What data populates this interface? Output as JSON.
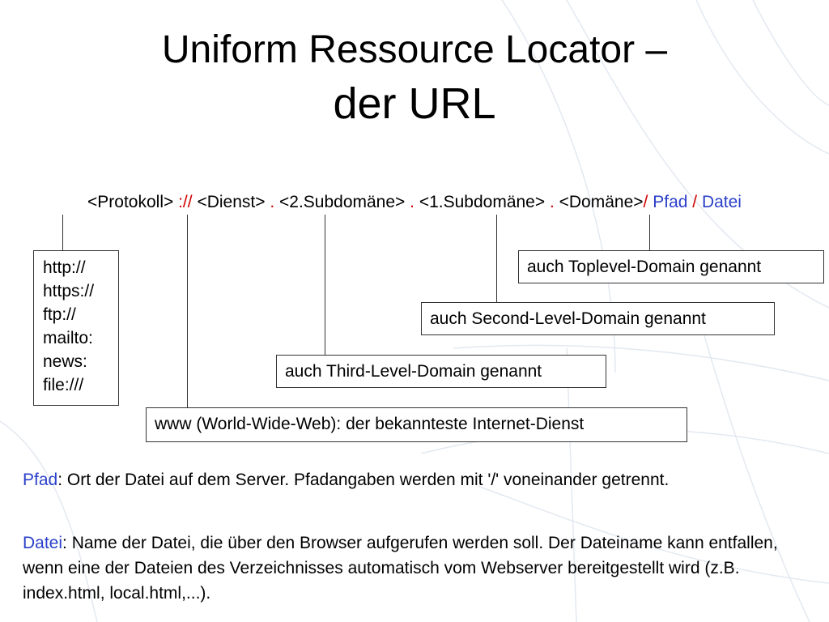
{
  "title": {
    "line1": "Uniform Ressource Locator –",
    "line2": "der URL"
  },
  "url_format": {
    "protocol": "<Protokoll>",
    "sep_scheme": " ://",
    "service": " <Dienst>",
    "dot1": " .",
    "subdomain2": " <2.Subdomäne>",
    "dot2": " .",
    "subdomain1": " <1.Subdomäne>",
    "dot3": " .",
    "domain": " <Domäne>",
    "slash1": "/",
    "path": " Pfad",
    "slash2": " /",
    "file": " Datei"
  },
  "protocol_list": [
    "http://",
    "https://",
    "ftp://",
    "mailto:",
    "news:",
    "file:///"
  ],
  "boxes": {
    "toplevel": "auch Toplevel-Domain genannt",
    "second_level": "auch Second-Level-Domain genannt",
    "third_level": "auch Third-Level-Domain genannt",
    "www": "www (World-Wide-Web): der bekannteste Internet-Dienst"
  },
  "descriptions": {
    "path_term": "Pfad",
    "path_text": ": Ort der Datei auf dem Server. Pfadangaben werden mit '/' voneinander getrennt.",
    "file_term": "Datei",
    "file_text": ": Name der Datei, die über den Browser aufgerufen werden soll. Der Dateiname kann entfallen, wenn eine der Dateien des Verzeichnisses automatisch vom Webserver bereitgestellt wird (z.B. index.html, local.html,...)."
  },
  "colors": {
    "separator": "#d00000",
    "term": "#2a3fc9",
    "background_lines": "#dfe6f0"
  }
}
